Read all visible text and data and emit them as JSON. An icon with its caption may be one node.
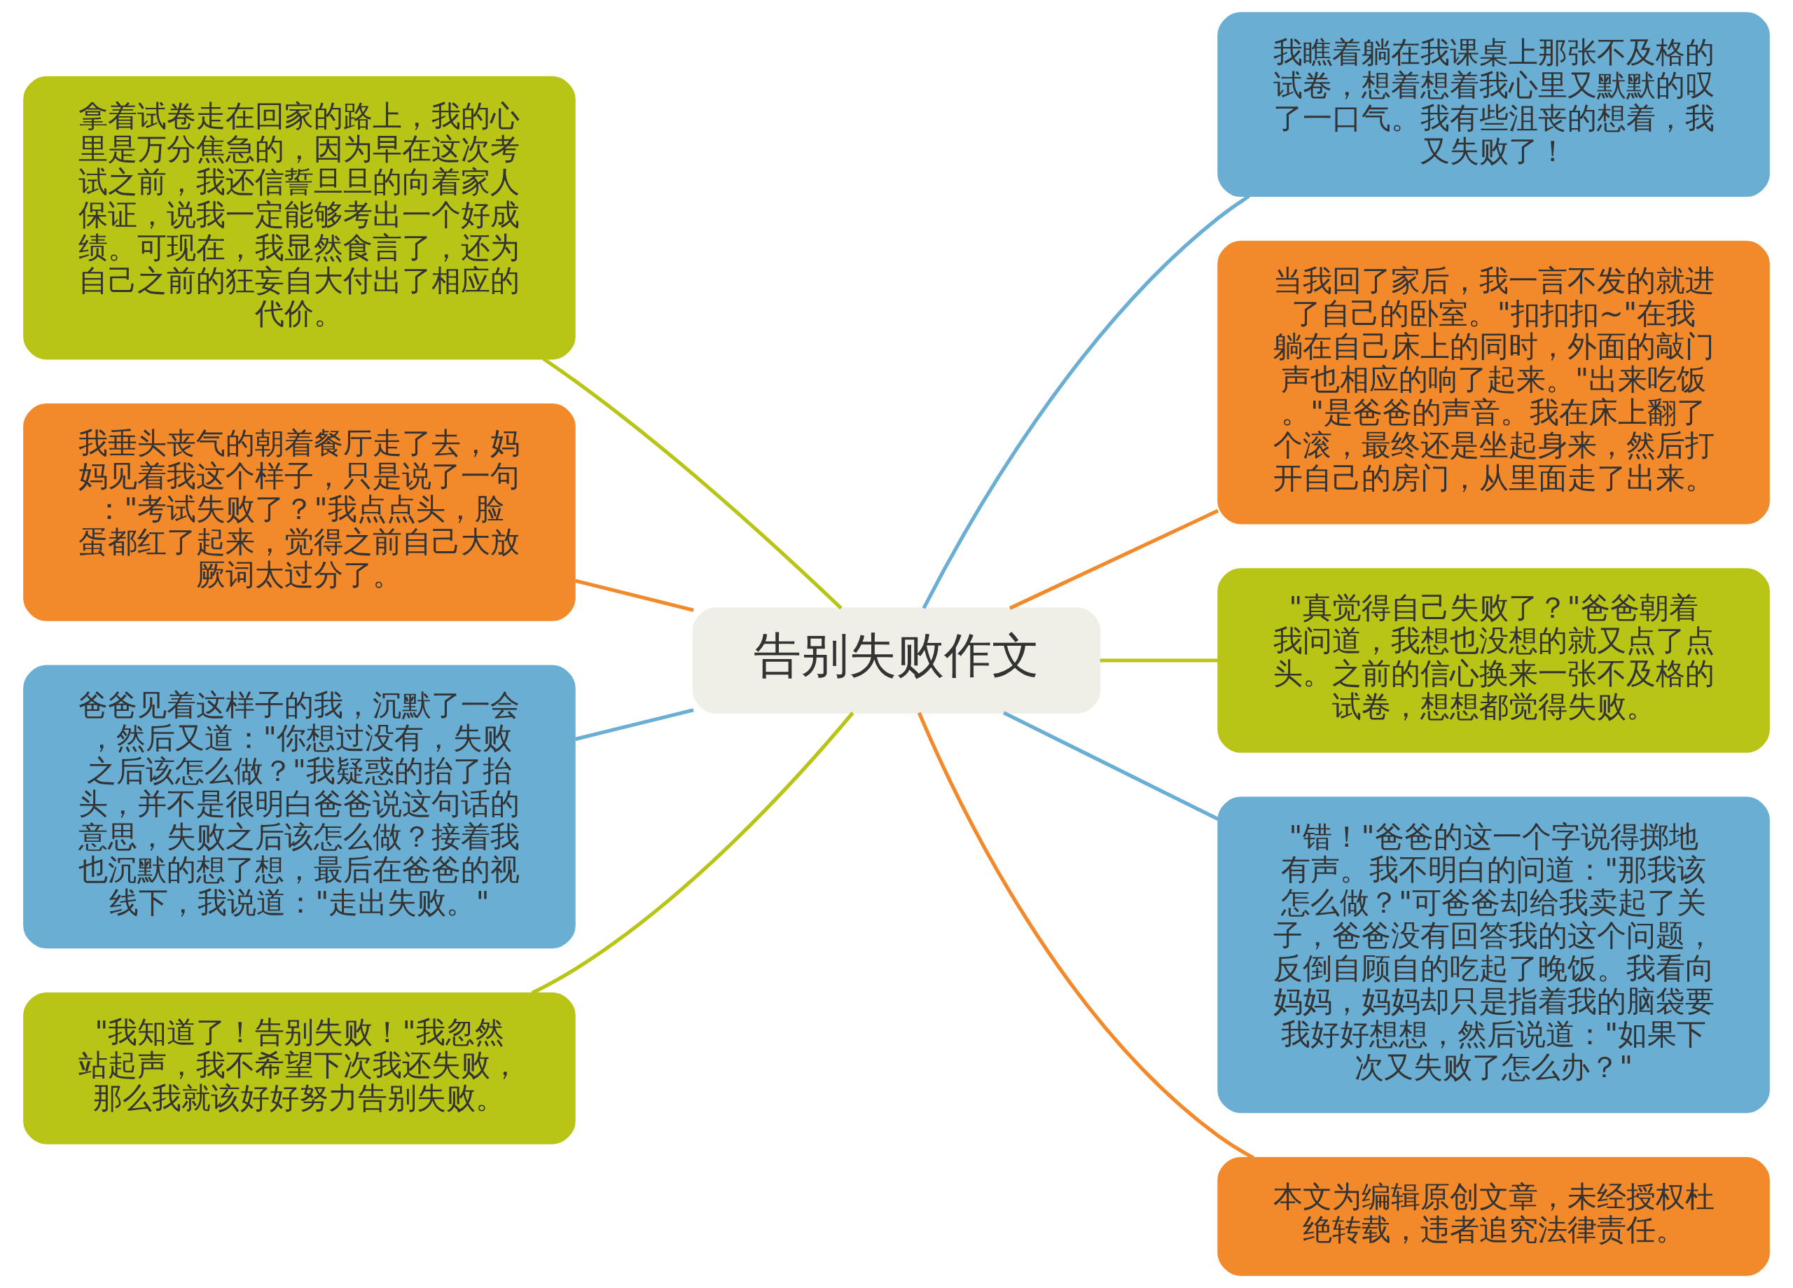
{
  "diagram": {
    "nodes": [
      {
        "text": [
          "告别失败作文"
        ]
      },
      {
        "text": [
          "拿着试卷走在回家的路上，我的心里是万分焦急的，因为早在这次考试之前，我还信誓旦旦的向着家人保证，说我一定能够考出一个好成绩。可现在，我显然食言了，还为自己之前的狂妄自大付出了相应的代价。"
        ]
      },
      {
        "text": [
          "我垂头丧气的朝着餐厅走了去，妈妈见着我这个样子，只是说了一句：\"考试失败了？\"我点点头，脸蛋都红了起来，觉得之前自己大放厥词太过分了。"
        ]
      },
      {
        "text": [
          "爸爸见着这样子的我，沉默了一会，然后又道：\"你想过没有，失败之后该怎么做？\"我疑惑的抬了抬头，并不是很明白爸爸说这句话的意思，失败之后该怎么做？接着我也沉默的想了想，最后在爸爸的视线下，我说道：\"走出失败。\""
        ]
      },
      {
        "text": [
          "\"我知道了！告别失败！\"我忽然站起声，我不希望下次我还失败，那么我就该好好努力告别失败。"
        ]
      },
      {
        "text": [
          "我瞧着躺在我课桌上那张不及格的试卷，想着想着我心里又默默的叹了一口气。我有些沮丧的想着，我又失败了！"
        ]
      },
      {
        "text": [
          "当我回了家后，我一言不发的就进了自己的卧室。\"扣扣扣~\"在我躺在自己床上的同时，外面的敲门声也相应的响了起来。\"出来吃饭。\"是爸爸的声音。我在床上翻了个滚，最终还是坐起身来，然后打开自己的房门，从里面走了出来。"
        ]
      },
      {
        "text": [
          "\"真觉得自己失败了？\"爸爸朝着我问道，我想也没想的就又点了点头。之前的信心换来一张不及格的试卷，想想都觉得失败。"
        ]
      },
      {
        "text": [
          "\"错！\"爸爸的这一个字说得掷地有声。我不明白的问道：\"那我该怎么做？\"可爸爸却给我卖起了关子，爸爸没有回答我的这个问题，反倒自顾自的吃起了晚饭。我看向妈妈，妈妈却只是指着我的脑袋要我好好想想，然后说道：\"如果下次又失败了怎么办？\""
        ]
      },
      {
        "text": [
          "本文为编辑原创文章，未经授权杜绝转载，违者追究法律责任。"
        ]
      }
    ],
    "edges": [
      {
        "from": 0,
        "to": 1,
        "arrow": "none",
        "color": "#b8c416"
      },
      {
        "from": 0,
        "to": 2,
        "arrow": "none",
        "color": "#f28a2b"
      },
      {
        "from": 0,
        "to": 3,
        "arrow": "none",
        "color": "#6aaed3"
      },
      {
        "from": 0,
        "to": 4,
        "arrow": "none",
        "color": "#b8c416"
      },
      {
        "from": 0,
        "to": 5,
        "arrow": "none",
        "color": "#6aaed3"
      },
      {
        "from": 0,
        "to": 6,
        "arrow": "none",
        "color": "#f28a2b"
      },
      {
        "from": 0,
        "to": 7,
        "arrow": "none",
        "color": "#b8c416"
      },
      {
        "from": 0,
        "to": 8,
        "arrow": "none",
        "color": "#6aaed3"
      },
      {
        "from": 0,
        "to": 9,
        "arrow": "none",
        "color": "#f28a2b"
      }
    ]
  }
}
